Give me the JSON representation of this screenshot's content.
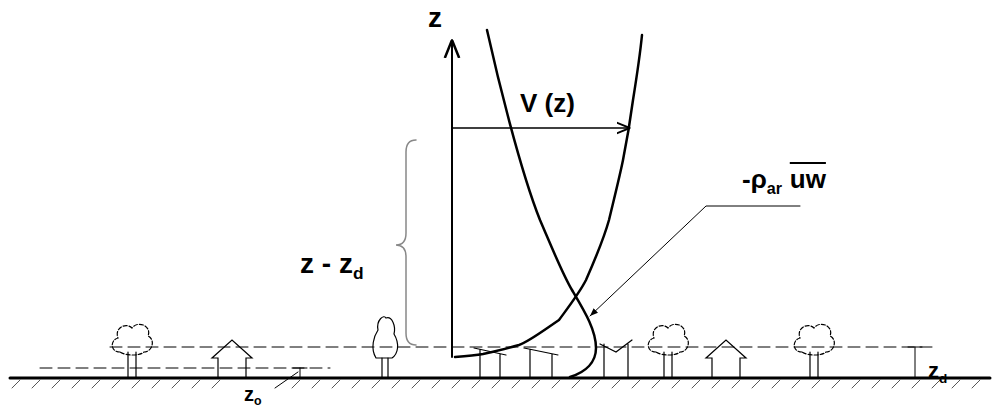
{
  "diagram": {
    "labels": [
      "z",
      "V (z)",
      "z - z",
      "d",
      "-ρ",
      "ar",
      "uw",
      "z",
      "d",
      "z",
      "o"
    ]
  }
}
